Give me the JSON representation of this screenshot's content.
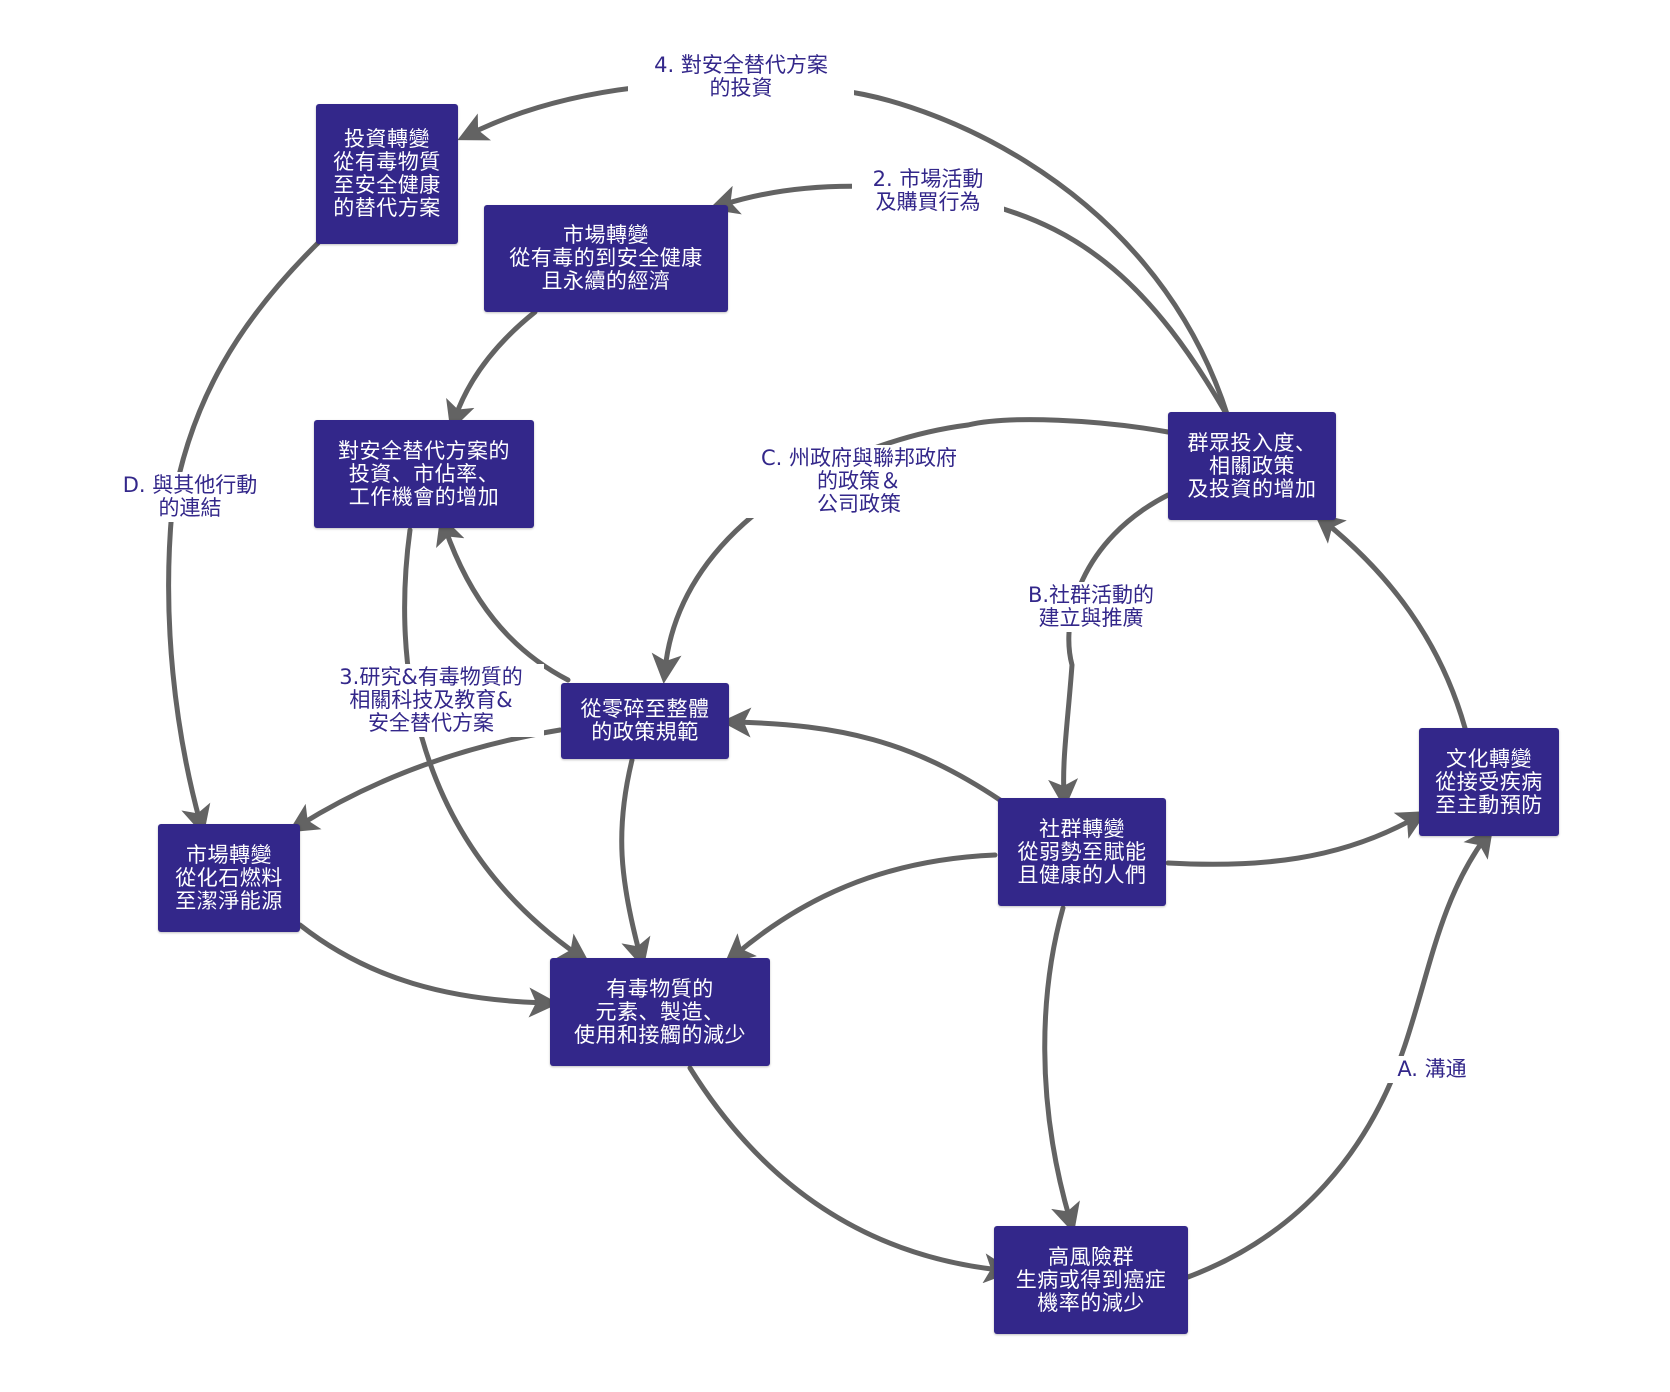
{
  "colors": {
    "node_fill": "#33278a",
    "node_text": "#ffffff",
    "arrow": "#636363",
    "label_text": "#33278a"
  },
  "nodes": {
    "investment_shift": "投資轉變\n從有毒物質\n至安全健康\n的替代方案",
    "market_shift_economy": "市場轉變\n從有毒的到安全健康\n且永續的經濟",
    "investment_increase": "對安全替代方案的\n投資、市佔率、\n工作機會的增加",
    "public_engagement": "群眾投入度、\n相關政策\n及投資的增加",
    "policy_holistic": "從零碎至整體\n的政策規範",
    "market_shift_energy": "市場轉變\n從化石燃料\n至潔淨能源",
    "community_shift": "社群轉變\n從弱勢至賦能\n且健康的人們",
    "cultural_shift": "文化轉變\n從接受疾病\n至主動預防",
    "toxic_reduction": "有毒物質的\n元素、製造、\n使用和接觸的減少",
    "risk_reduction": "高風險群\n生病或得到癌症\n機率的減少"
  },
  "edge_labels": {
    "investment_alternatives": "4. 對安全替代方案\n的投資",
    "market_activity": "2. 市場活動\n及購買行為",
    "links_other_actions": "D. 與其他行動\n的連結",
    "government_policy": "C. 州政府與聯邦政府\n的政策＆\n公司政策",
    "community_activity": "B.社群活動的\n建立與推廣",
    "research_education": "3.研究&有毒物質的\n相關科技及教育&\n安全替代方案",
    "communication": "A. 溝通"
  }
}
